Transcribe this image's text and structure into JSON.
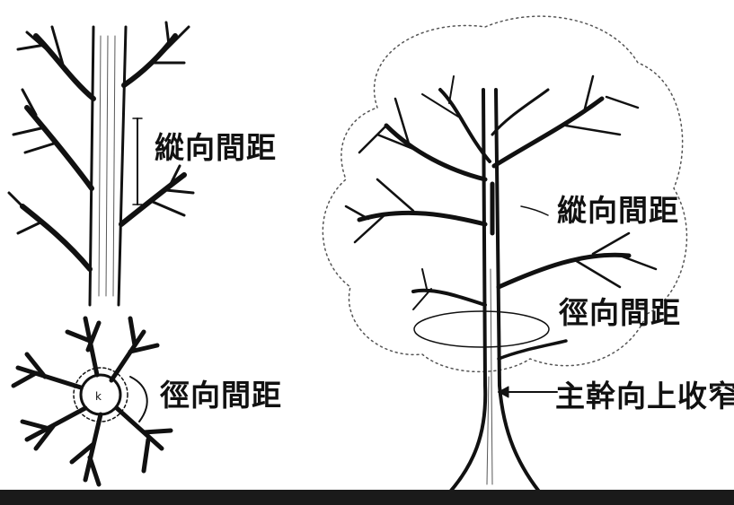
{
  "labels": {
    "vertical_spacing_detail": "縱向間距",
    "radial_spacing_detail": "徑向間距",
    "vertical_spacing_tree": "縱向間距",
    "radial_spacing_tree": "徑向間距",
    "trunk_taper": "主幹向上收窄"
  },
  "colors": {
    "ink": "#111111",
    "paper": "#ffffff",
    "ground": "#1a1a1a"
  }
}
